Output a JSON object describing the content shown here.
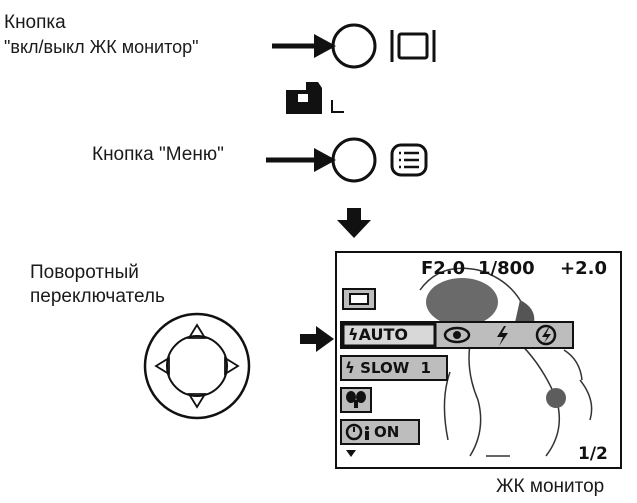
{
  "labels": {
    "lcd_button_title": "Кнопка",
    "lcd_button_desc": "\"вкл/выкл ЖК монитор\"",
    "menu_button": "Кнопка \"Меню\"",
    "dial_line1": "Поворотный",
    "dial_line2": "переключатель",
    "lcd_caption": "ЖК монитор"
  },
  "lcd": {
    "aperture": "F2.0",
    "shutter": "1/800",
    "exposure_comp": "+2.0",
    "flash_auto": "AUTO",
    "flash_slow": "SLOW",
    "flash_slow_num": "1",
    "self_timer_state": "ON",
    "page": "1/2"
  },
  "icons": [
    "button-circle-icon",
    "lcd-monitor-icon",
    "camera-icon",
    "menu-list-icon",
    "down-arrow-icon",
    "rotary-dial-icon",
    "flash-icon",
    "red-eye-icon",
    "flash-off-icon",
    "macro-icon",
    "self-timer-icon"
  ]
}
